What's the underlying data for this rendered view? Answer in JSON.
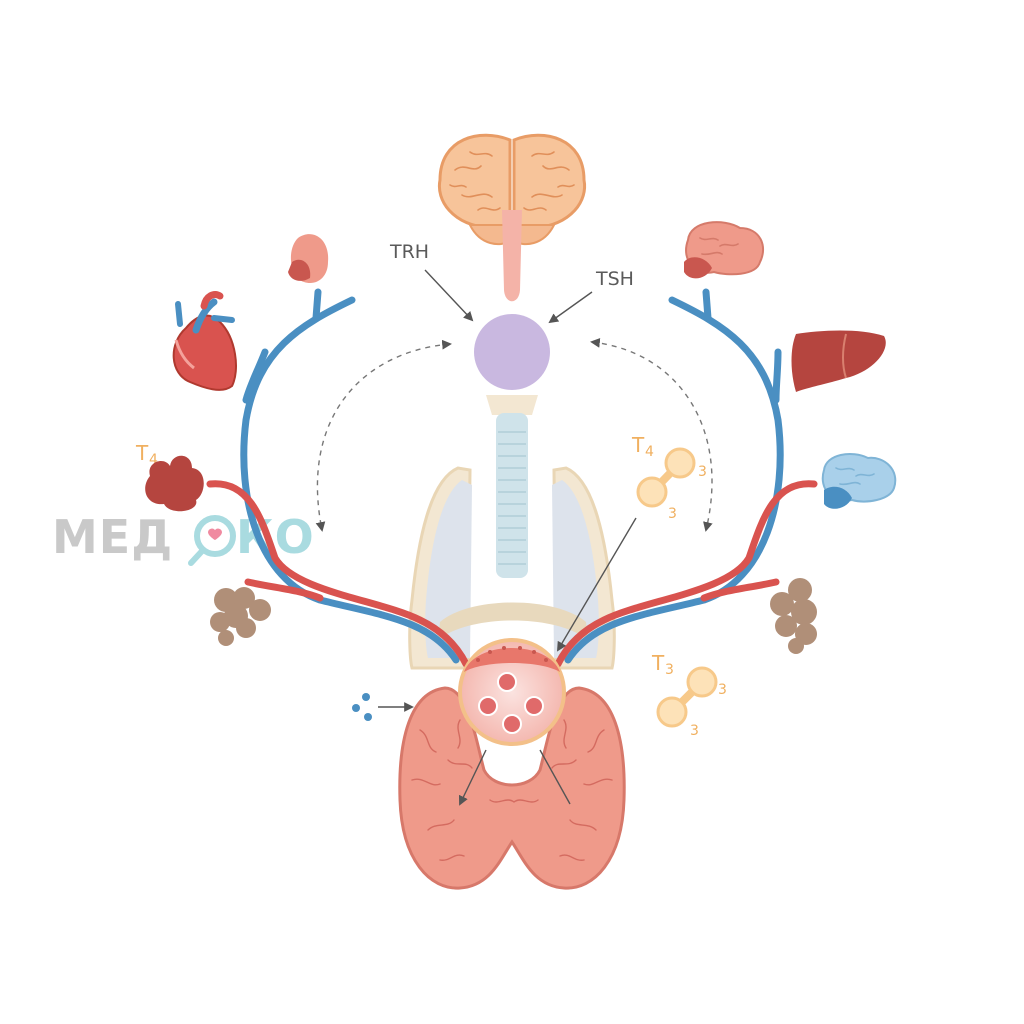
{
  "labels": {
    "trh": "TRH",
    "tsh": "TSH",
    "t4_left_main": "T",
    "t4_left_sub": "4",
    "t4_right_main": "T",
    "t4_right_sub": "4",
    "t4_right_mol_a": "3",
    "t4_right_mol_b": "3",
    "t3_main": "T",
    "t3_sub": "3",
    "t3_mol_a": "3",
    "t3_mol_b": "3"
  },
  "watermark": {
    "prefix": "МЕД",
    "suffix": "КО"
  },
  "colors": {
    "vein": "#4a8fc2",
    "artery": "#d9534f",
    "brain": "#f7c49a",
    "pituitary": "#c9b8e0",
    "thyroid": "#ef9a8a",
    "hormone": "#f7c98a",
    "lung": "#dde3ec",
    "trachea": "#cfe3ea"
  },
  "icons": [
    "brain-icon",
    "heart-icon",
    "liver-icon",
    "thyroid-icon",
    "pituitary-icon",
    "lungs-icon",
    "trachea-icon",
    "molecule-icon"
  ]
}
